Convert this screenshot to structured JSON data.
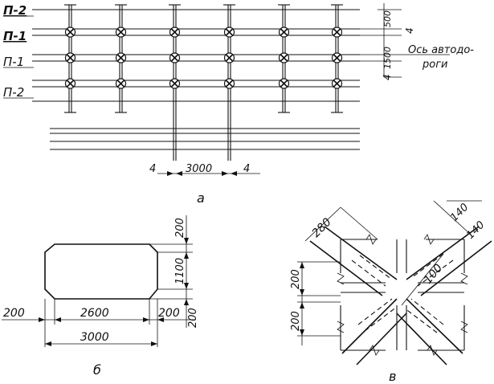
{
  "fig_a": {
    "row_labels": [
      "П-2",
      "П-1",
      "П-1",
      "П-2"
    ],
    "dim_500": "500",
    "dim_1500": "1500",
    "dim_4_top": "4",
    "dim_4_bottom": "4",
    "axis_label_line1": "Ось автодо-",
    "axis_label_line2": "роги",
    "dim_left_4": "4",
    "dim_3000": "3000",
    "dim_right_4": "4",
    "caption": "а"
  },
  "fig_b": {
    "dim_200_left": "200",
    "dim_2600": "2600",
    "dim_200_right": "200",
    "dim_3000": "3000",
    "dim_200_top": "200",
    "dim_1100": "1100",
    "dim_200_bottom": "200",
    "caption": "б"
  },
  "fig_c": {
    "dim_280": "280",
    "dim_140_a": "140",
    "dim_140_b": "140",
    "dim_200_upper": "200",
    "dim_200_lower": "200",
    "dim_100": "100",
    "caption": "в"
  }
}
